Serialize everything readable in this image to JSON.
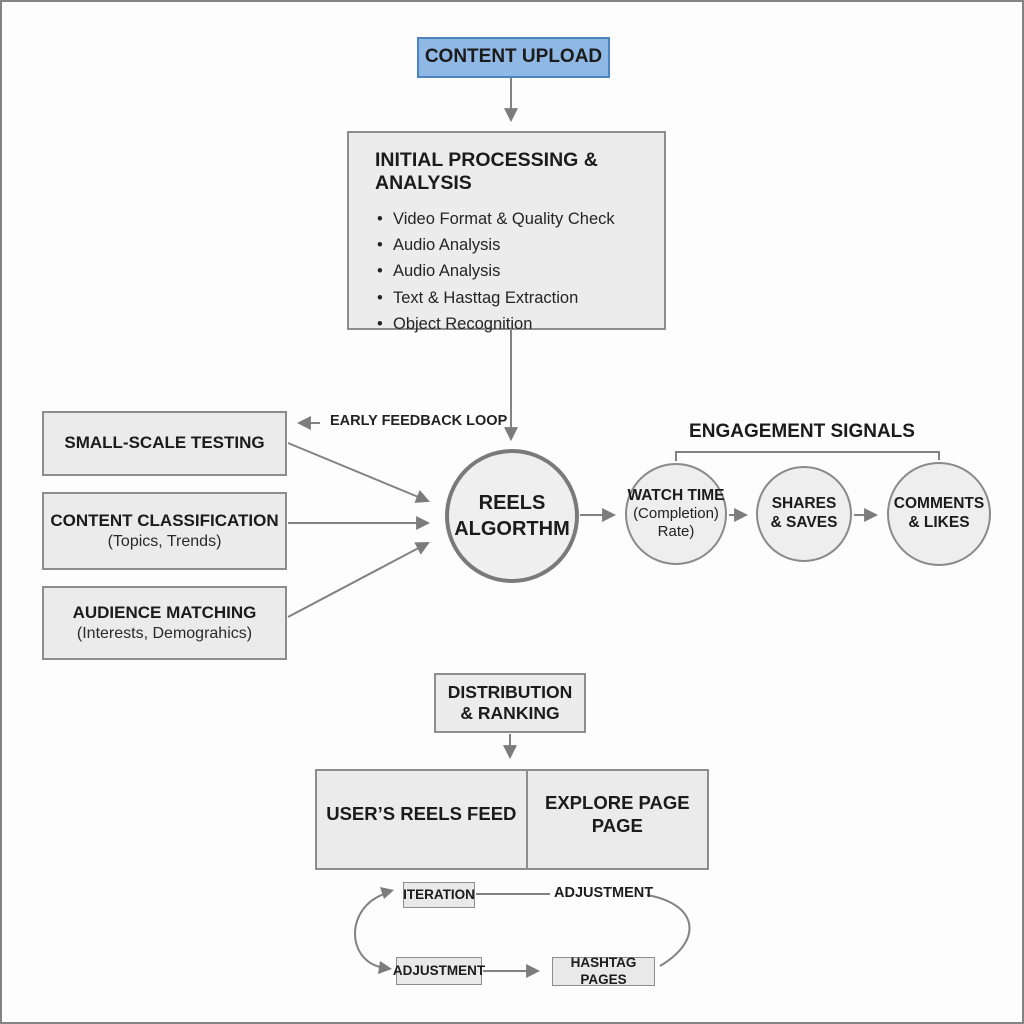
{
  "colors": {
    "background": "#fdfdfd",
    "frame_border": "#838383",
    "box_fill": "#ebebeb",
    "box_border": "#8d8d8d",
    "blue_fill": "#8fb8e4",
    "blue_border": "#4d83bf",
    "arrow": "#828282",
    "text": "#1b1b1b"
  },
  "nodes": {
    "content_upload": "CONTENT UPLOAD",
    "initial_processing": {
      "title": "INITIAL PROCESSING & ANALYSIS",
      "bullets": [
        "Video Format & Quality Check",
        "Audio Analysis",
        "Audio Analysis",
        "Text & Hasttag Extraction",
        "Object Recognition"
      ]
    },
    "small_scale_testing": {
      "title": "SMALL-SCALE TESTING"
    },
    "content_classification": {
      "title": "CONTENT CLASSIFICATION",
      "subtitle": "(Topics, Trends)"
    },
    "audience_matching": {
      "title": "AUDIENCE MATCHING",
      "subtitle": "(Interests, Demograhics)"
    },
    "early_feedback_label": "EARLY FEEDBACK LOOP",
    "reels_algorithm": "REELS\nALGORTHM",
    "engagement": {
      "title": "ENGAGEMENT SIGNALS",
      "watch_time": {
        "title": "WATCH TIME",
        "subtitle": "(Completion)\nRate)"
      },
      "shares_saves": {
        "title": "SHARES\n& SAVES"
      },
      "comments_likes": {
        "title": "COMMENTS\n& LIKES"
      }
    },
    "distribution_ranking": "DISTRIBUTION\n& RANKING",
    "users_reels_feed": "USER’S REELS FEED",
    "explore_page": "EXPLORE PAGE\nPAGE",
    "cycle": {
      "iteration": "ITERATION",
      "adjustment_top": "ADJUSTMENT",
      "adjustment_box": "ADJUSTMENT",
      "hashtag_pages": "HASHTAG PAGES"
    }
  }
}
